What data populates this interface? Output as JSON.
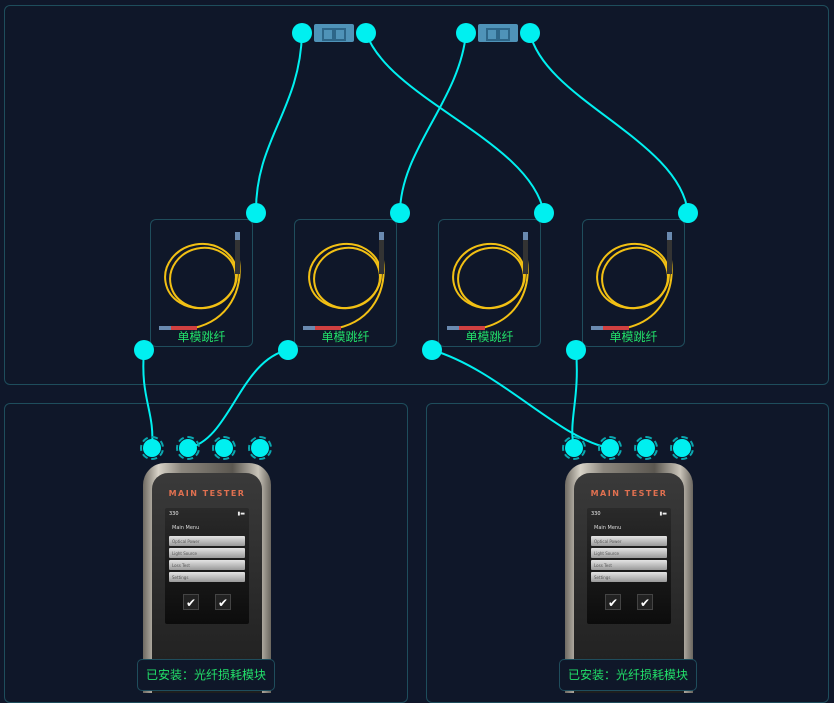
{
  "colors": {
    "background": "#0f172a",
    "wire": "#00f0f0",
    "label": "#22e06a"
  },
  "patch_cords": [
    {
      "label": "单模跳纤"
    },
    {
      "label": "单模跳纤"
    },
    {
      "label": "单模跳纤"
    },
    {
      "label": "单模跳纤"
    }
  ],
  "couplers": [
    {
      "icon": "fiber-coupler-icon"
    },
    {
      "icon": "fiber-coupler-icon"
    }
  ],
  "devices": [
    {
      "brand": "MAIN TESTER",
      "status_time": "330",
      "screen_title": "Main Menu",
      "menu": [
        "Optical Power",
        "Light Source",
        "Loss Test",
        "Settings"
      ],
      "installed_label": "已安装：光纤损耗模块"
    },
    {
      "brand": "MAIN TESTER",
      "status_time": "330",
      "screen_title": "Main Menu",
      "menu": [
        "Optical Power",
        "Light Source",
        "Loss Test",
        "Settings"
      ],
      "installed_label": "已安装：光纤损耗模块"
    }
  ]
}
